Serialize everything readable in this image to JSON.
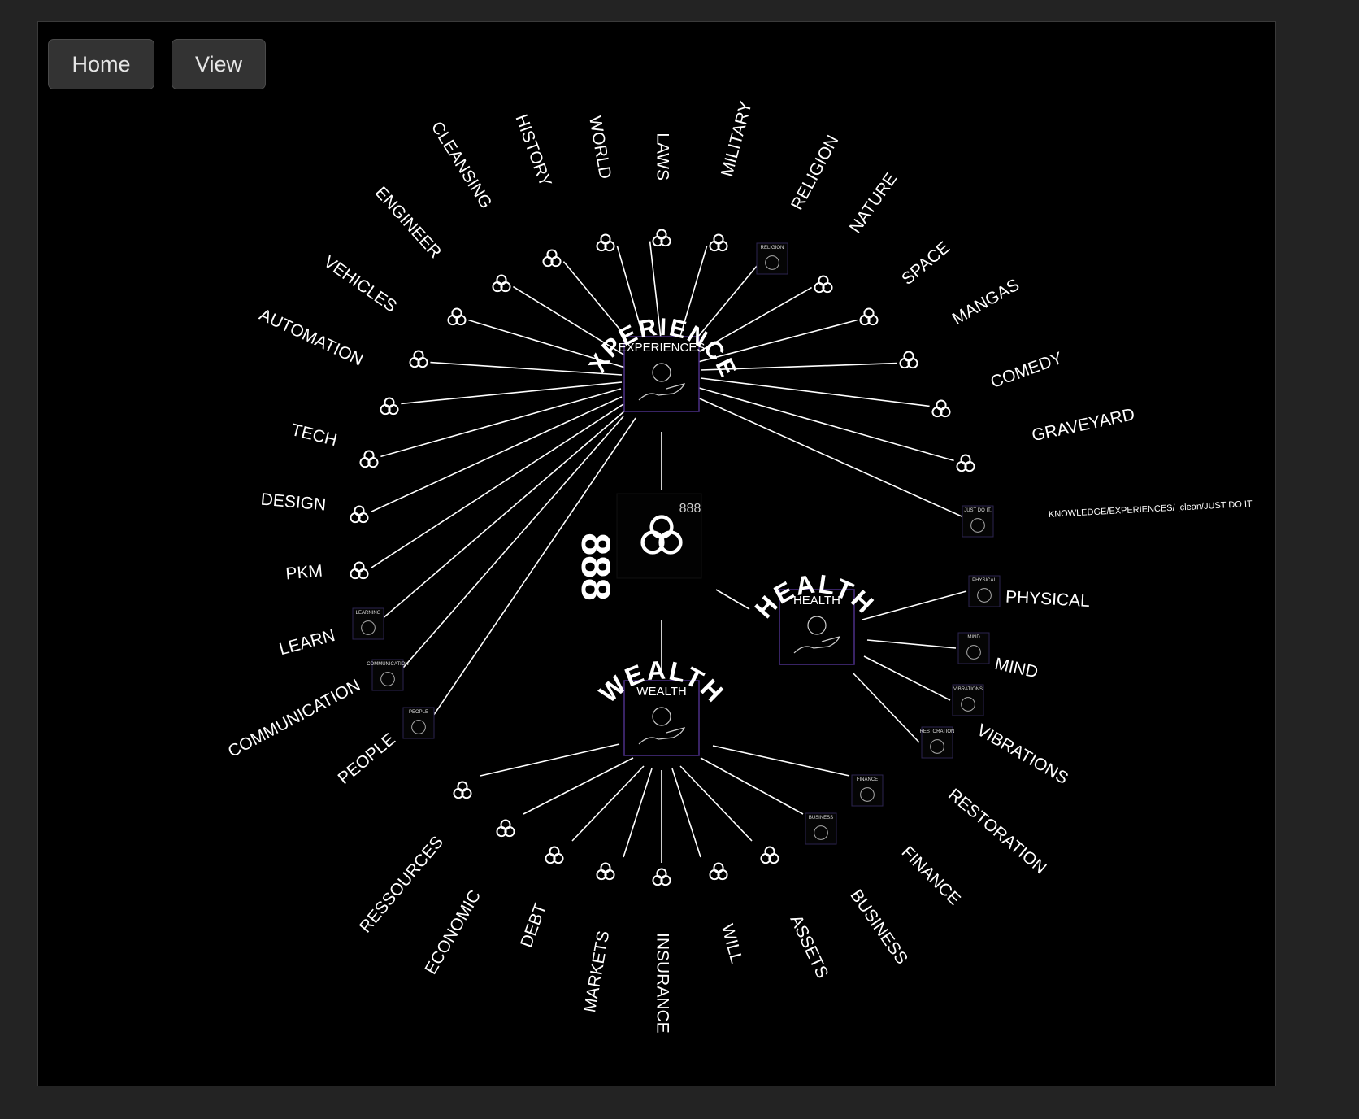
{
  "toolbar": {
    "home_label": "Home",
    "view_label": "View"
  },
  "colors": {
    "background": "#000000",
    "chrome": "#232323",
    "edge": "#ffffff",
    "text": "#ffffff",
    "hub_border": "#4a2f86"
  },
  "center": {
    "label": "888",
    "tag": "888",
    "icon": "triquetra-icon"
  },
  "hubs": {
    "experiences": {
      "arc_label": "EXPERIENCES",
      "card_label": "EXPERIENCES",
      "icon": "hand-with-globe-icon"
    },
    "health": {
      "arc_label": "HEALTH",
      "card_label": "HEALTH",
      "icon": "hand-with-heart-icon"
    },
    "wealth": {
      "arc_label": "WEALTH",
      "card_label": "WEALTH",
      "icon": "hand-with-coins-icon"
    }
  },
  "experiences_children": [
    {
      "label": "PEOPLE",
      "thumb": "PEOPLE"
    },
    {
      "label": "COMMUNICATION",
      "thumb": "COMMUNICATION"
    },
    {
      "label": "LEARN",
      "thumb": "LEARNING"
    },
    {
      "label": "PKM"
    },
    {
      "label": "DESIGN"
    },
    {
      "label": "TECH"
    },
    {
      "label": "AUTOMATION"
    },
    {
      "label": "VEHICLES"
    },
    {
      "label": "ENGINEER"
    },
    {
      "label": "CLEANSING"
    },
    {
      "label": "HISTORY"
    },
    {
      "label": "WORLD"
    },
    {
      "label": "LAWS"
    },
    {
      "label": "MILITARY"
    },
    {
      "label": "RELIGION",
      "thumb": "RELIGION"
    },
    {
      "label": "NATURE"
    },
    {
      "label": "SPACE"
    },
    {
      "label": "MANGAS"
    },
    {
      "label": "COMEDY"
    },
    {
      "label": "GRAVEYARD"
    },
    {
      "label": "KNOWLEDGE/EXPERIENCES/_clean/JUST DO IT",
      "thumb": "JUST DO IT."
    }
  ],
  "health_children": [
    {
      "label": "PHYSICAL",
      "thumb": "PHYSICAL"
    },
    {
      "label": "MIND",
      "thumb": "MIND"
    },
    {
      "label": "VIBRATIONS",
      "thumb": "VIBRATIONS"
    },
    {
      "label": "RESTORATION",
      "thumb": "RESTORATION"
    }
  ],
  "wealth_children": [
    {
      "label": "RESSOURCES"
    },
    {
      "label": "ECONOMIC"
    },
    {
      "label": "DEBT"
    },
    {
      "label": "MARKETS"
    },
    {
      "label": "INSURANCE"
    },
    {
      "label": "WILL"
    },
    {
      "label": "ASSETS"
    },
    {
      "label": "BUSINESS",
      "thumb": "BUSINESS"
    },
    {
      "label": "FINANCE",
      "thumb": "FINANCE"
    }
  ]
}
